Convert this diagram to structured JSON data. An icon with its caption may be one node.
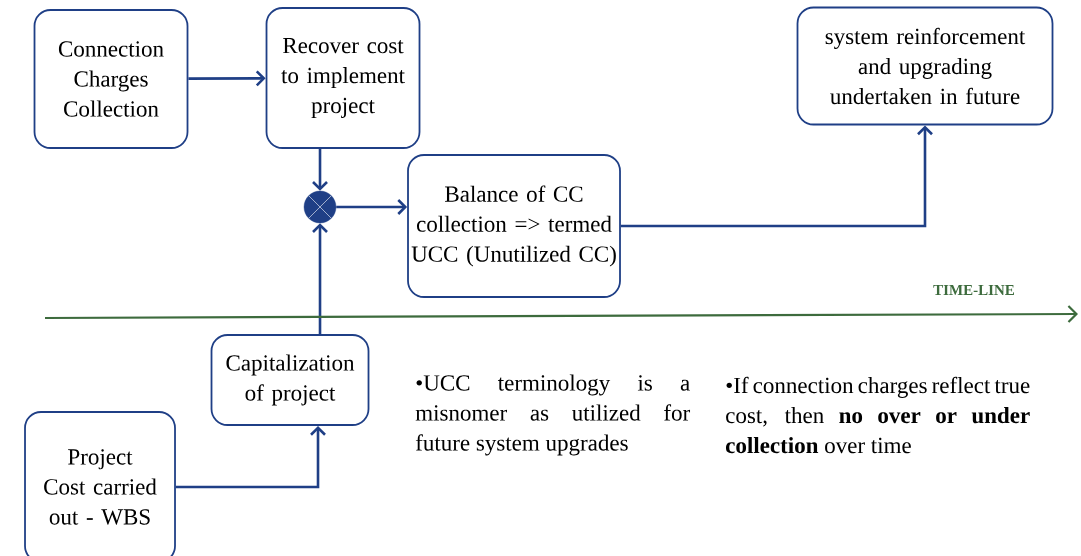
{
  "diagram": {
    "nodes": [
      {
        "text": [
          "Connection Charges Collection"
        ]
      },
      {
        "text": [
          "Recover cost to implement project"
        ]
      },
      {
        "text": [],
        "shape": "circle"
      },
      {
        "text": [
          "Balance of CC collection => termed UCC (Unutilized CC)"
        ]
      },
      {
        "text": [
          "system reinforcement and upgrading undertaken  in future"
        ]
      },
      {
        "text": [
          "Capitalization of project"
        ]
      },
      {
        "text": [
          "Project Cost carried out - WBS"
        ]
      }
    ],
    "edges": [
      {
        "from": 0,
        "to": 1,
        "arrow": "to"
      },
      {
        "from": 1,
        "to": 2,
        "arrow": "to"
      },
      {
        "from": 2,
        "to": 3,
        "arrow": "to"
      },
      {
        "from": 3,
        "to": 4,
        "arrow": "to"
      },
      {
        "from": 5,
        "to": 2,
        "arrow": "to"
      },
      {
        "from": 6,
        "to": 5,
        "arrow": "to"
      }
    ],
    "labels": [
      "TIME-LINE",
      "•UCC terminology is a misnomer as utilized for future system upgrades",
      "•If connection charges reflect true cost, then **no over or under collection** over time"
    ]
  }
}
